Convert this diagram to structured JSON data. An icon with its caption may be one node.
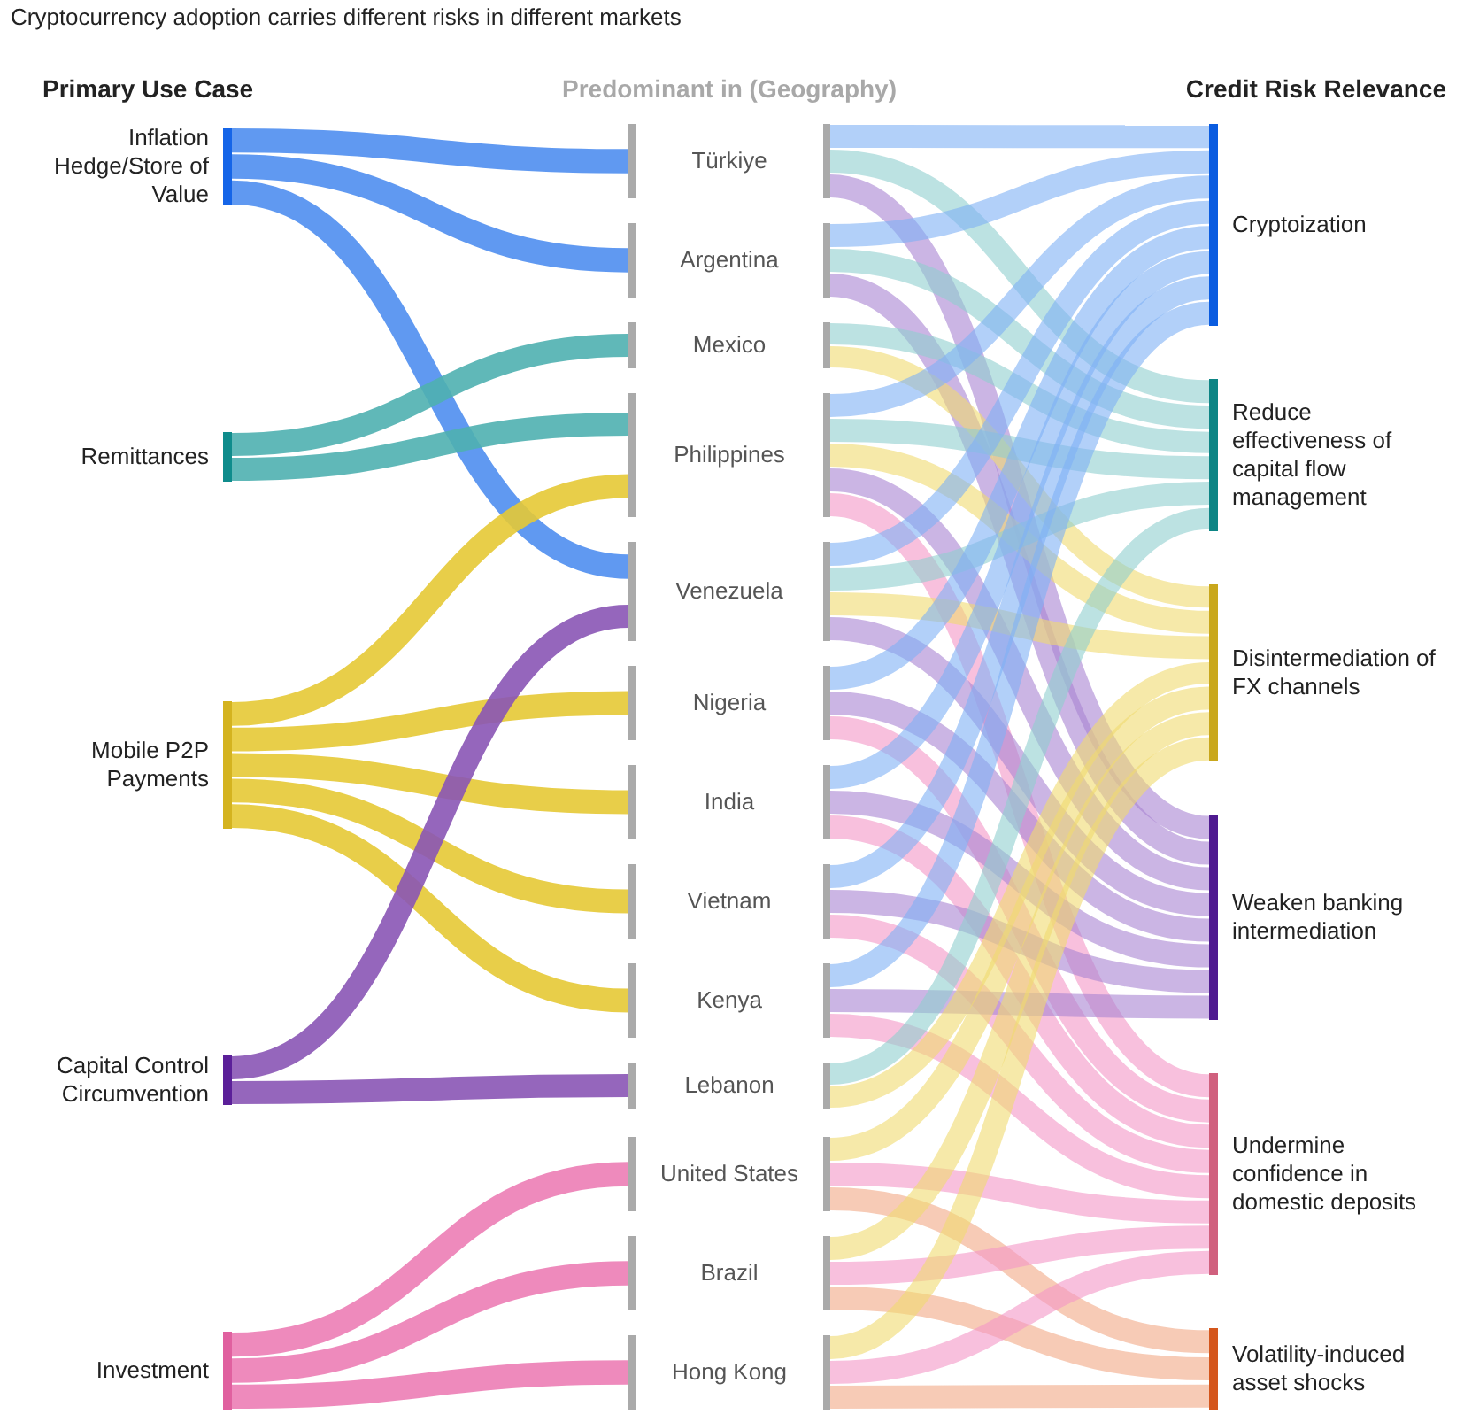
{
  "diagram": {
    "title": "Cryptocurrency adoption carries different risks in different markets",
    "nodes": [
      {
        "text": [
          "Inflation Hedge/Store of Value"
        ]
      },
      {
        "text": [
          "Remittances"
        ]
      },
      {
        "text": [
          "Mobile P2P Payments"
        ]
      },
      {
        "text": [
          "Capital Control Circumvention"
        ]
      },
      {
        "text": [
          "Investment"
        ]
      },
      {
        "text": [
          "Türkiye"
        ]
      },
      {
        "text": [
          "Argentina"
        ]
      },
      {
        "text": [
          "Mexico"
        ]
      },
      {
        "text": [
          "Philippines"
        ]
      },
      {
        "text": [
          "Venezuela"
        ]
      },
      {
        "text": [
          "Nigeria"
        ]
      },
      {
        "text": [
          "India"
        ]
      },
      {
        "text": [
          "Vietnam"
        ]
      },
      {
        "text": [
          "Kenya"
        ]
      },
      {
        "text": [
          "Lebanon"
        ]
      },
      {
        "text": [
          "United States"
        ]
      },
      {
        "text": [
          "Brazil"
        ]
      },
      {
        "text": [
          "Hong Kong"
        ]
      },
      {
        "text": [
          "Cryptoization"
        ]
      },
      {
        "text": [
          "Reduce effectiveness of capital flow management"
        ]
      },
      {
        "text": [
          "Disintermediation of FX channels"
        ]
      },
      {
        "text": [
          "Weaken banking intermediation"
        ]
      },
      {
        "text": [
          "Undermine confidence in domestic deposits"
        ]
      },
      {
        "text": [
          "Volatility-induced asset shocks"
        ]
      }
    ],
    "edges": [
      {
        "from": 0,
        "to": 5,
        "arrow": "none",
        "color": "#4f8ef0"
      },
      {
        "from": 0,
        "to": 6,
        "arrow": "none",
        "color": "#4f8ef0"
      },
      {
        "from": 0,
        "to": 9,
        "arrow": "none",
        "color": "#4f8ef0"
      },
      {
        "from": 1,
        "to": 7,
        "arrow": "none",
        "color": "#4fb0b0"
      },
      {
        "from": 1,
        "to": 8,
        "arrow": "none",
        "color": "#4fb0b0"
      },
      {
        "from": 2,
        "to": 8,
        "arrow": "none",
        "color": "#e6c935"
      },
      {
        "from": 2,
        "to": 10,
        "arrow": "none",
        "color": "#e6c935"
      },
      {
        "from": 2,
        "to": 11,
        "arrow": "none",
        "color": "#e6c935"
      },
      {
        "from": 2,
        "to": 12,
        "arrow": "none",
        "color": "#e6c935"
      },
      {
        "from": 2,
        "to": 13,
        "arrow": "none",
        "color": "#e6c935"
      },
      {
        "from": 3,
        "to": 9,
        "arrow": "none",
        "color": "#8a55b5"
      },
      {
        "from": 3,
        "to": 14,
        "arrow": "none",
        "color": "#8a55b5"
      },
      {
        "from": 4,
        "to": 15,
        "arrow": "none",
        "color": "#ec7db5"
      },
      {
        "from": 4,
        "to": 16,
        "arrow": "none",
        "color": "#ec7db5"
      },
      {
        "from": 4,
        "to": 17,
        "arrow": "none",
        "color": "#ec7db5"
      },
      {
        "from": 5,
        "to": 18,
        "arrow": "none",
        "color": "#7fb0f5"
      },
      {
        "from": 5,
        "to": 19,
        "arrow": "none",
        "color": "#8fcfcf"
      },
      {
        "from": 5,
        "to": 21,
        "arrow": "none",
        "color": "#a984d2"
      },
      {
        "from": 6,
        "to": 18,
        "arrow": "none",
        "color": "#7fb0f5"
      },
      {
        "from": 6,
        "to": 19,
        "arrow": "none",
        "color": "#8fcfcf"
      },
      {
        "from": 6,
        "to": 21,
        "arrow": "none",
        "color": "#a984d2"
      },
      {
        "from": 7,
        "to": 19,
        "arrow": "none",
        "color": "#8fcfcf"
      },
      {
        "from": 7,
        "to": 20,
        "arrow": "none",
        "color": "#f0da70"
      },
      {
        "from": 8,
        "to": 18,
        "arrow": "none",
        "color": "#7fb0f5"
      },
      {
        "from": 8,
        "to": 19,
        "arrow": "none",
        "color": "#8fcfcf"
      },
      {
        "from": 8,
        "to": 20,
        "arrow": "none",
        "color": "#f0da70"
      },
      {
        "from": 8,
        "to": 21,
        "arrow": "none",
        "color": "#a984d2"
      },
      {
        "from": 8,
        "to": 22,
        "arrow": "none",
        "color": "#f496c6"
      },
      {
        "from": 9,
        "to": 18,
        "arrow": "none",
        "color": "#7fb0f5"
      },
      {
        "from": 9,
        "to": 19,
        "arrow": "none",
        "color": "#8fcfcf"
      },
      {
        "from": 9,
        "to": 20,
        "arrow": "none",
        "color": "#f0da70"
      },
      {
        "from": 9,
        "to": 21,
        "arrow": "none",
        "color": "#a984d2"
      },
      {
        "from": 10,
        "to": 18,
        "arrow": "none",
        "color": "#7fb0f5"
      },
      {
        "from": 10,
        "to": 21,
        "arrow": "none",
        "color": "#a984d2"
      },
      {
        "from": 10,
        "to": 22,
        "arrow": "none",
        "color": "#f496c6"
      },
      {
        "from": 11,
        "to": 18,
        "arrow": "none",
        "color": "#7fb0f5"
      },
      {
        "from": 11,
        "to": 21,
        "arrow": "none",
        "color": "#a984d2"
      },
      {
        "from": 11,
        "to": 22,
        "arrow": "none",
        "color": "#f496c6"
      },
      {
        "from": 12,
        "to": 18,
        "arrow": "none",
        "color": "#7fb0f5"
      },
      {
        "from": 12,
        "to": 21,
        "arrow": "none",
        "color": "#a984d2"
      },
      {
        "from": 12,
        "to": 22,
        "arrow": "none",
        "color": "#f496c6"
      },
      {
        "from": 13,
        "to": 18,
        "arrow": "none",
        "color": "#7fb0f5"
      },
      {
        "from": 13,
        "to": 21,
        "arrow": "none",
        "color": "#a984d2"
      },
      {
        "from": 13,
        "to": 22,
        "arrow": "none",
        "color": "#f496c6"
      },
      {
        "from": 14,
        "to": 19,
        "arrow": "none",
        "color": "#8fcfcf"
      },
      {
        "from": 14,
        "to": 20,
        "arrow": "none",
        "color": "#f0da70"
      },
      {
        "from": 15,
        "to": 20,
        "arrow": "none",
        "color": "#f0da70"
      },
      {
        "from": 15,
        "to": 22,
        "arrow": "none",
        "color": "#f496c6"
      },
      {
        "from": 15,
        "to": 23,
        "arrow": "none",
        "color": "#f2a886"
      },
      {
        "from": 16,
        "to": 20,
        "arrow": "none",
        "color": "#f0da70"
      },
      {
        "from": 16,
        "to": 22,
        "arrow": "none",
        "color": "#f496c6"
      },
      {
        "from": 16,
        "to": 23,
        "arrow": "none",
        "color": "#f2a886"
      },
      {
        "from": 17,
        "to": 20,
        "arrow": "none",
        "color": "#f0da70"
      },
      {
        "from": 17,
        "to": 22,
        "arrow": "none",
        "color": "#f496c6"
      },
      {
        "from": 17,
        "to": 23,
        "arrow": "none",
        "color": "#f2a886"
      }
    ],
    "labels": [
      "Primary Use Case",
      "Predominant in (Geography)",
      "Credit Risk Relevance"
    ]
  }
}
